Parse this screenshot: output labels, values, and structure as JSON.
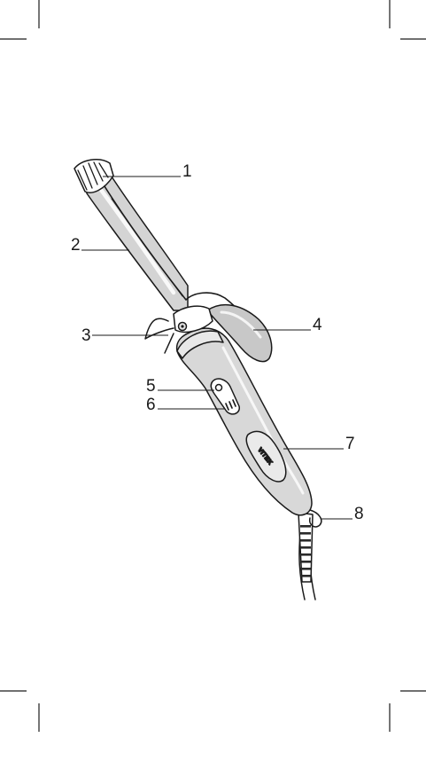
{
  "diagram": {
    "callouts": [
      {
        "id": "1",
        "label": "1"
      },
      {
        "id": "2",
        "label": "2"
      },
      {
        "id": "3",
        "label": "3"
      },
      {
        "id": "4",
        "label": "4"
      },
      {
        "id": "5",
        "label": "5"
      },
      {
        "id": "6",
        "label": "6"
      },
      {
        "id": "7",
        "label": "7"
      },
      {
        "id": "8",
        "label": "8"
      }
    ],
    "brand_logo": "VITEK"
  }
}
